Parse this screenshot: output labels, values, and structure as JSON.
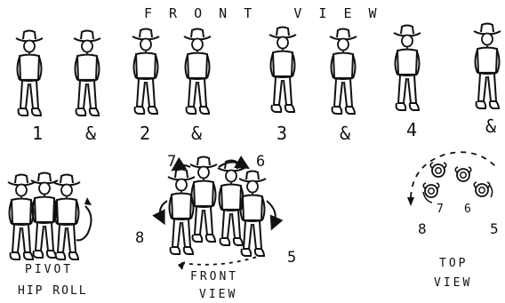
{
  "header": {
    "title": "F R O N T   V I E W"
  },
  "counts": [
    "1",
    "&",
    "2",
    "&",
    "3",
    "&",
    "4",
    "&"
  ],
  "pivot": {
    "line1": "PIVOT",
    "line2": "HIP ROLL"
  },
  "front_view": {
    "line1": "FRONT",
    "line2": "VIEW",
    "labels": [
      "7",
      "6",
      "8",
      "5"
    ]
  },
  "top_view": {
    "line1": "TOP",
    "line2": "VIEW",
    "labels": [
      "7",
      "6",
      "8",
      "5"
    ]
  },
  "colors": {
    "ink": "#111111",
    "paper": "#ffffff"
  },
  "icons": [
    "cowboy-figure",
    "rotation-arrow",
    "top-view-hat"
  ]
}
